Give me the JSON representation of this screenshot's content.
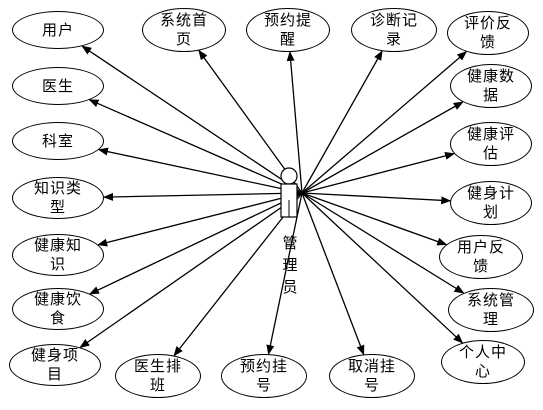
{
  "actor": {
    "label": "管理员"
  },
  "nodes": [
    {
      "id": "yonghu",
      "label": "用户"
    },
    {
      "id": "yisheng",
      "label": "医生"
    },
    {
      "id": "keshi",
      "label": "科室"
    },
    {
      "id": "zhishi-leixing",
      "label": "知识类型"
    },
    {
      "id": "jiankang-zhishi",
      "label": "健康知识"
    },
    {
      "id": "jiankang-yinshi",
      "label": "健康饮食"
    },
    {
      "id": "jianshen-xiangmu",
      "label": "健身项目"
    },
    {
      "id": "xitong-shouye",
      "label": "系统首页"
    },
    {
      "id": "yuyue-tixing",
      "label": "预约提醒"
    },
    {
      "id": "zhenduan-jilu",
      "label": "诊断记录"
    },
    {
      "id": "pingjia-fankui",
      "label": "评价反馈"
    },
    {
      "id": "jiankang-shuju",
      "label": "健康数据"
    },
    {
      "id": "jiankang-pinggu",
      "label": "健康评估"
    },
    {
      "id": "jianshen-jihua",
      "label": "健身计划"
    },
    {
      "id": "yonghu-fankui",
      "label": "用户反馈"
    },
    {
      "id": "xitong-guanli",
      "label": "系统管理"
    },
    {
      "id": "geren-zhongxin",
      "label": "个人中心"
    },
    {
      "id": "yisheng-paiban",
      "label": "医生排班"
    },
    {
      "id": "yuyue-guahao",
      "label": "预约挂号"
    },
    {
      "id": "quxiao-guahao",
      "label": "取消挂号"
    }
  ]
}
